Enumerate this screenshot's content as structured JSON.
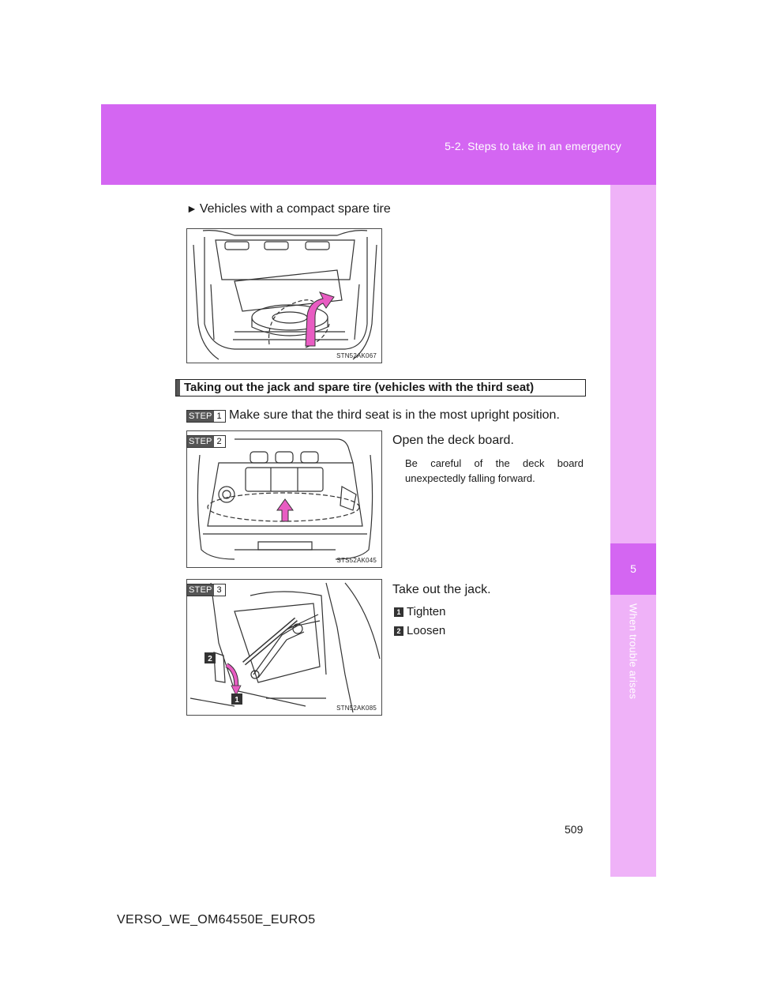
{
  "header": {
    "section": "5-2. Steps to take in an emergency"
  },
  "side_tab": {
    "number": "5",
    "label": "When trouble arises"
  },
  "intro": {
    "marker": "►",
    "text": "Vehicles with a compact spare tire"
  },
  "figures": [
    {
      "code": "STN52AK067"
    },
    {
      "code": "STS52AK045"
    },
    {
      "code": "STN52AK085"
    }
  ],
  "section": {
    "title": "Taking out the jack and spare tire (vehicles with the third seat)"
  },
  "steps": [
    {
      "word": "STEP",
      "num": "1",
      "text": "Make sure that the third seat is in the most upright position."
    },
    {
      "word": "STEP",
      "num": "2",
      "text": "Open the deck board.",
      "note": "Be careful of the deck board unexpectedly falling forward."
    },
    {
      "word": "STEP",
      "num": "3",
      "text": "Take out the jack."
    }
  ],
  "legend": [
    {
      "num": "1",
      "label": "Tighten"
    },
    {
      "num": "2",
      "label": "Loosen"
    }
  ],
  "footer": {
    "page_number": "509",
    "doc_code": "VERSO_WE_OM64550E_EURO5"
  },
  "colors": {
    "header": "#d466f2",
    "side_strip": "#efb2f8",
    "arrow": "#e85cc2"
  }
}
